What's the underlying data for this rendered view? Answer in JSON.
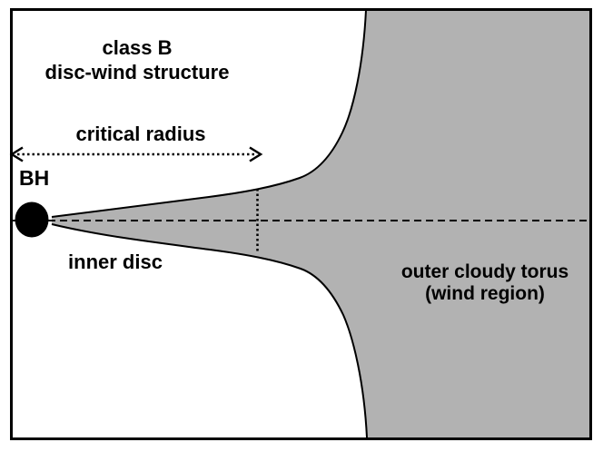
{
  "diagram": {
    "title_line1": "class B",
    "title_line2": "disc-wind structure",
    "critical_radius_label": "critical radius",
    "bh_label": "BH",
    "inner_disc_label": "inner disc",
    "torus_label_line1": "outer cloudy torus",
    "torus_label_line2": "(wind region)",
    "colors": {
      "torus_fill": "#b2b2b2",
      "line": "#000000",
      "background": "#ffffff"
    }
  }
}
